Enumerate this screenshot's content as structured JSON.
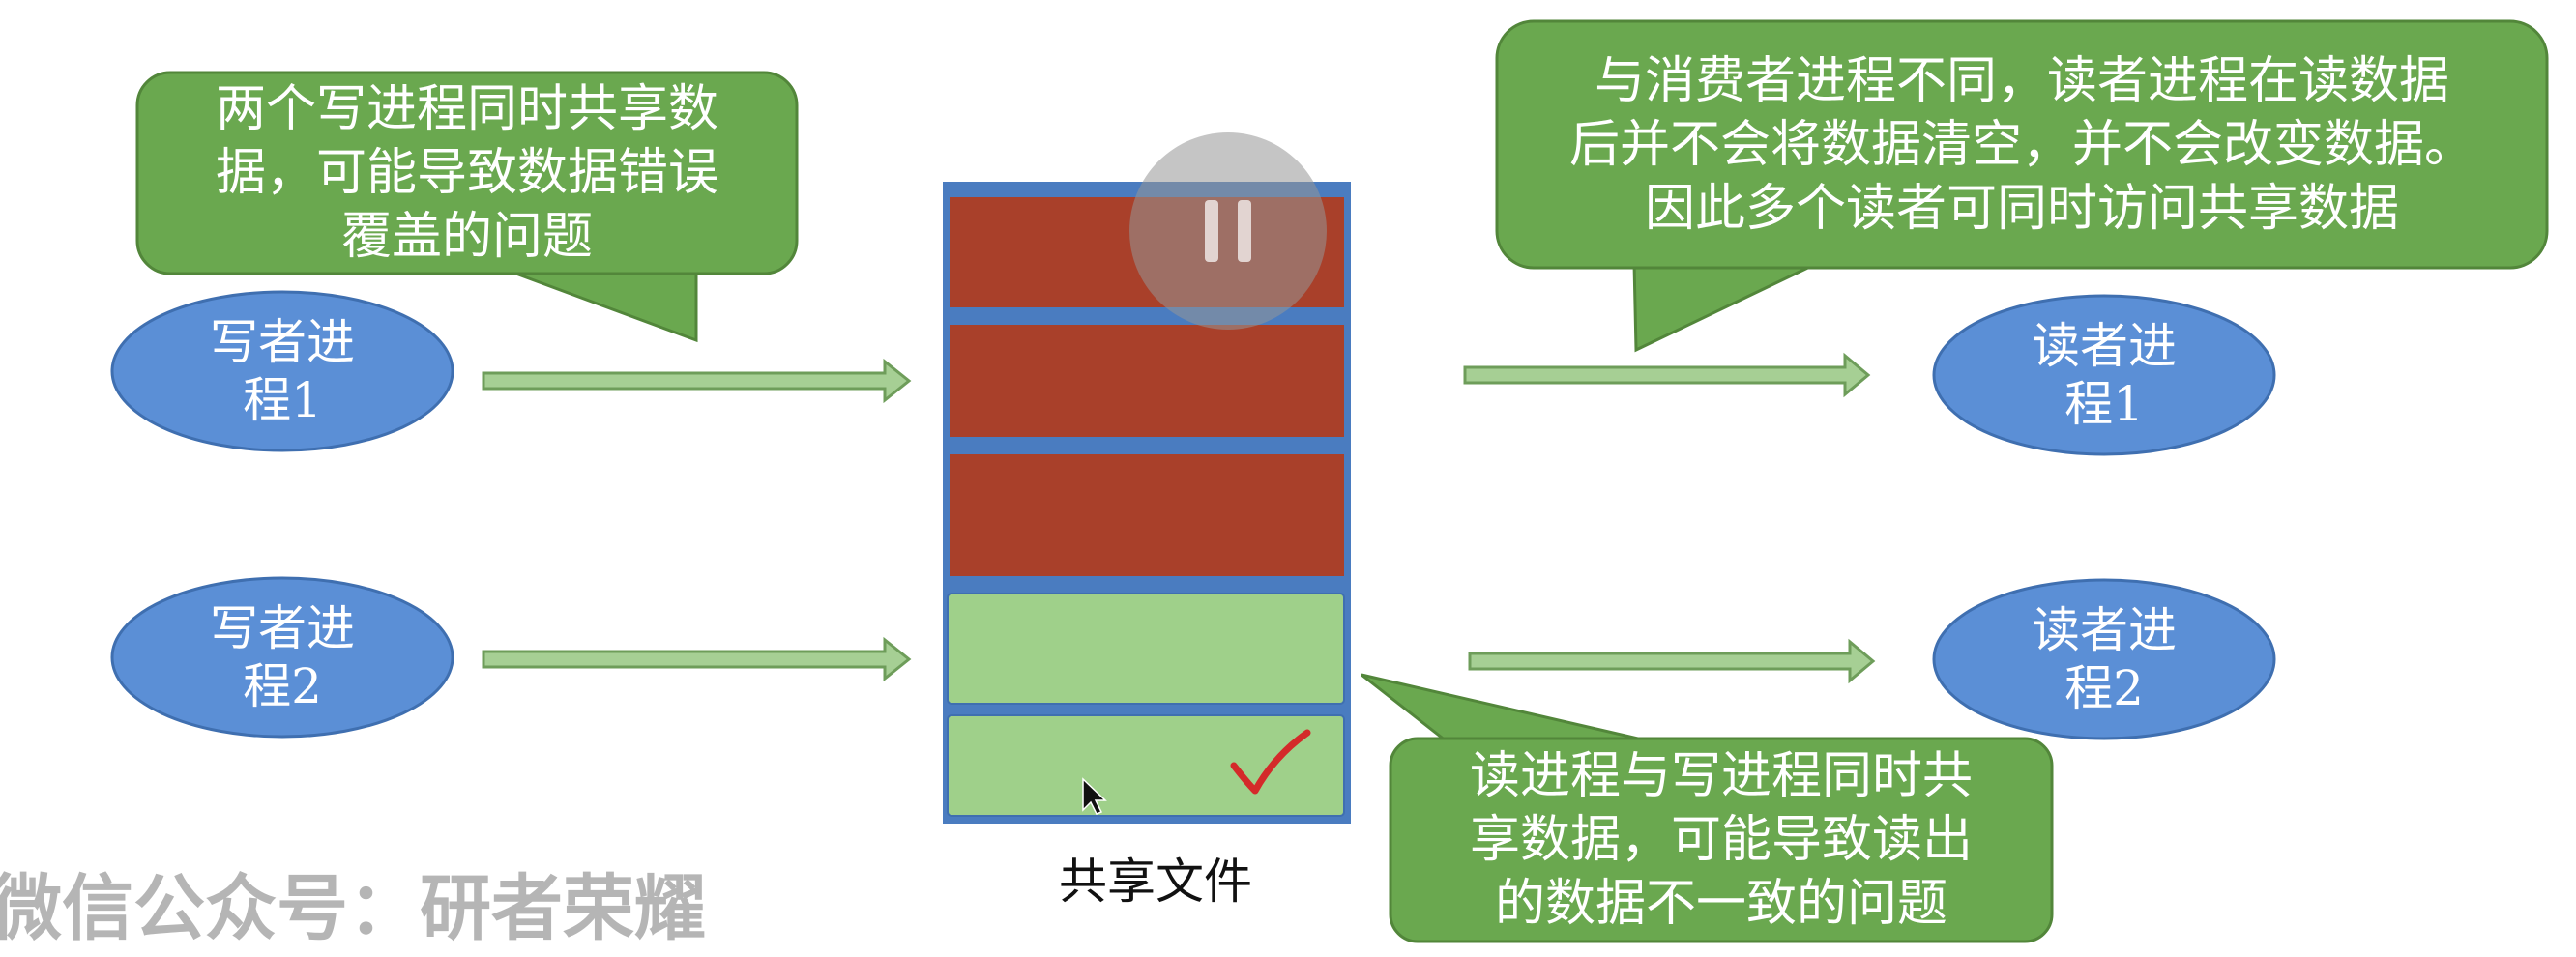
{
  "writers": [
    {
      "label": "写者进\n程1"
    },
    {
      "label": "写者进\n程2"
    }
  ],
  "readers": [
    {
      "label": "读者进\n程1"
    },
    {
      "label": "读者进\n程2"
    }
  ],
  "callouts": {
    "write_write": "两个写进程同时共享数\n据，可能导致数据错误\n覆盖的问题",
    "read_no_change": "与消费者进程不同，读者进程在读数据\n后并不会将数据清空，并不会改变数据。\n因此多个读者可同时访问共享数据",
    "read_write": "读进程与写进程同时共\n享数据，可能导致读出\n的数据不一致的问题"
  },
  "shared_file": {
    "caption": "共享文件"
  },
  "watermark": "微信公众号：研者荣耀",
  "colors": {
    "callout_fill": "#6aa84f",
    "callout_border": "#52863a",
    "ellipse_fill": "#5b8fd6",
    "ellipse_border": "#3f6fb0",
    "block_written": "#a9402a",
    "block_empty": "#9fd08a",
    "file_border": "#4a7cc0",
    "arrow_fill": "#a6cf94",
    "arrow_stroke": "#6e9d5a",
    "check_mark": "#d42a2a"
  }
}
